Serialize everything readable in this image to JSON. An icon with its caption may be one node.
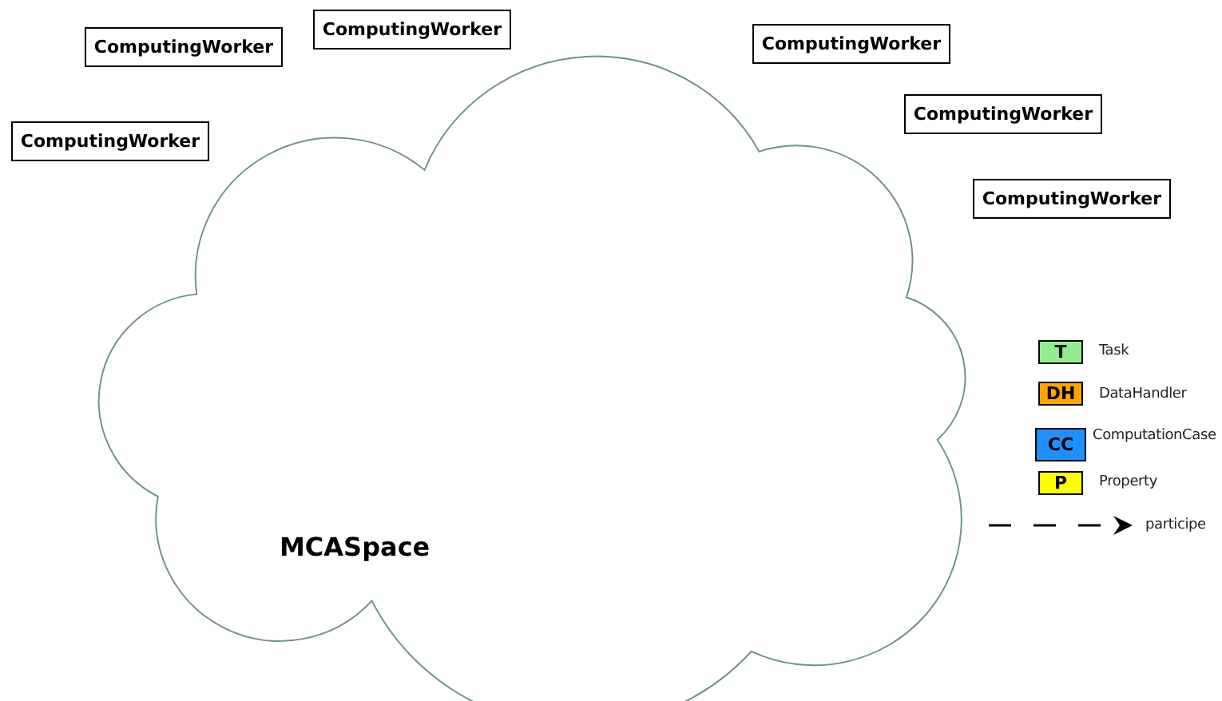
{
  "diagram": {
    "nodes": [
      {
        "text": [
          "MCASpace"
        ]
      },
      {
        "text": [
          "ComputingWorker"
        ]
      },
      {
        "text": [
          "ComputingWorker"
        ]
      },
      {
        "text": [
          "ComputingWorker"
        ]
      },
      {
        "text": [
          "ComputingWorker"
        ]
      },
      {
        "text": [
          "ComputingWorker"
        ]
      },
      {
        "text": [
          "ComputingWorker"
        ]
      }
    ],
    "edges": [],
    "labels": [
      "T",
      "DH",
      "CC",
      "P"
    ],
    "legend": [
      {
        "text": "Task",
        "color": "#90ee90"
      },
      {
        "text": "DataHandler",
        "color": "#ffa500"
      },
      {
        "text": "ComputationCase",
        "color": "#1e90ff"
      },
      {
        "text": "Property",
        "color": "#ffff00"
      },
      {
        "text": "participe"
      }
    ]
  }
}
